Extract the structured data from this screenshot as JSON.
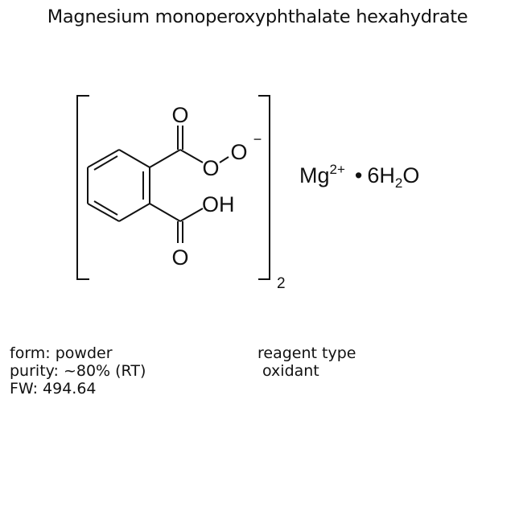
{
  "title": "Magnesium monoperoxyphthalate hexahydrate",
  "structure": {
    "atoms": {
      "carbonyl_o_top": "O",
      "ester_o": "O",
      "peroxide_o": "O",
      "peroxide_charge": "−",
      "hydroxyl": "OH",
      "carbonyl_o_bottom": "O"
    },
    "bracket_subscript": "2",
    "counterion": {
      "metal": "Mg",
      "metal_charge": "2+",
      "dot": "•",
      "water_coeff": "6",
      "water_h": "H",
      "water_h_sub": "2",
      "water_o": "O"
    }
  },
  "properties": {
    "form": "form: powder",
    "purity": "purity: ~80% (RT)",
    "fw": "FW: 494.64"
  },
  "reagent": {
    "label": "reagent type",
    "value": "oxidant"
  }
}
